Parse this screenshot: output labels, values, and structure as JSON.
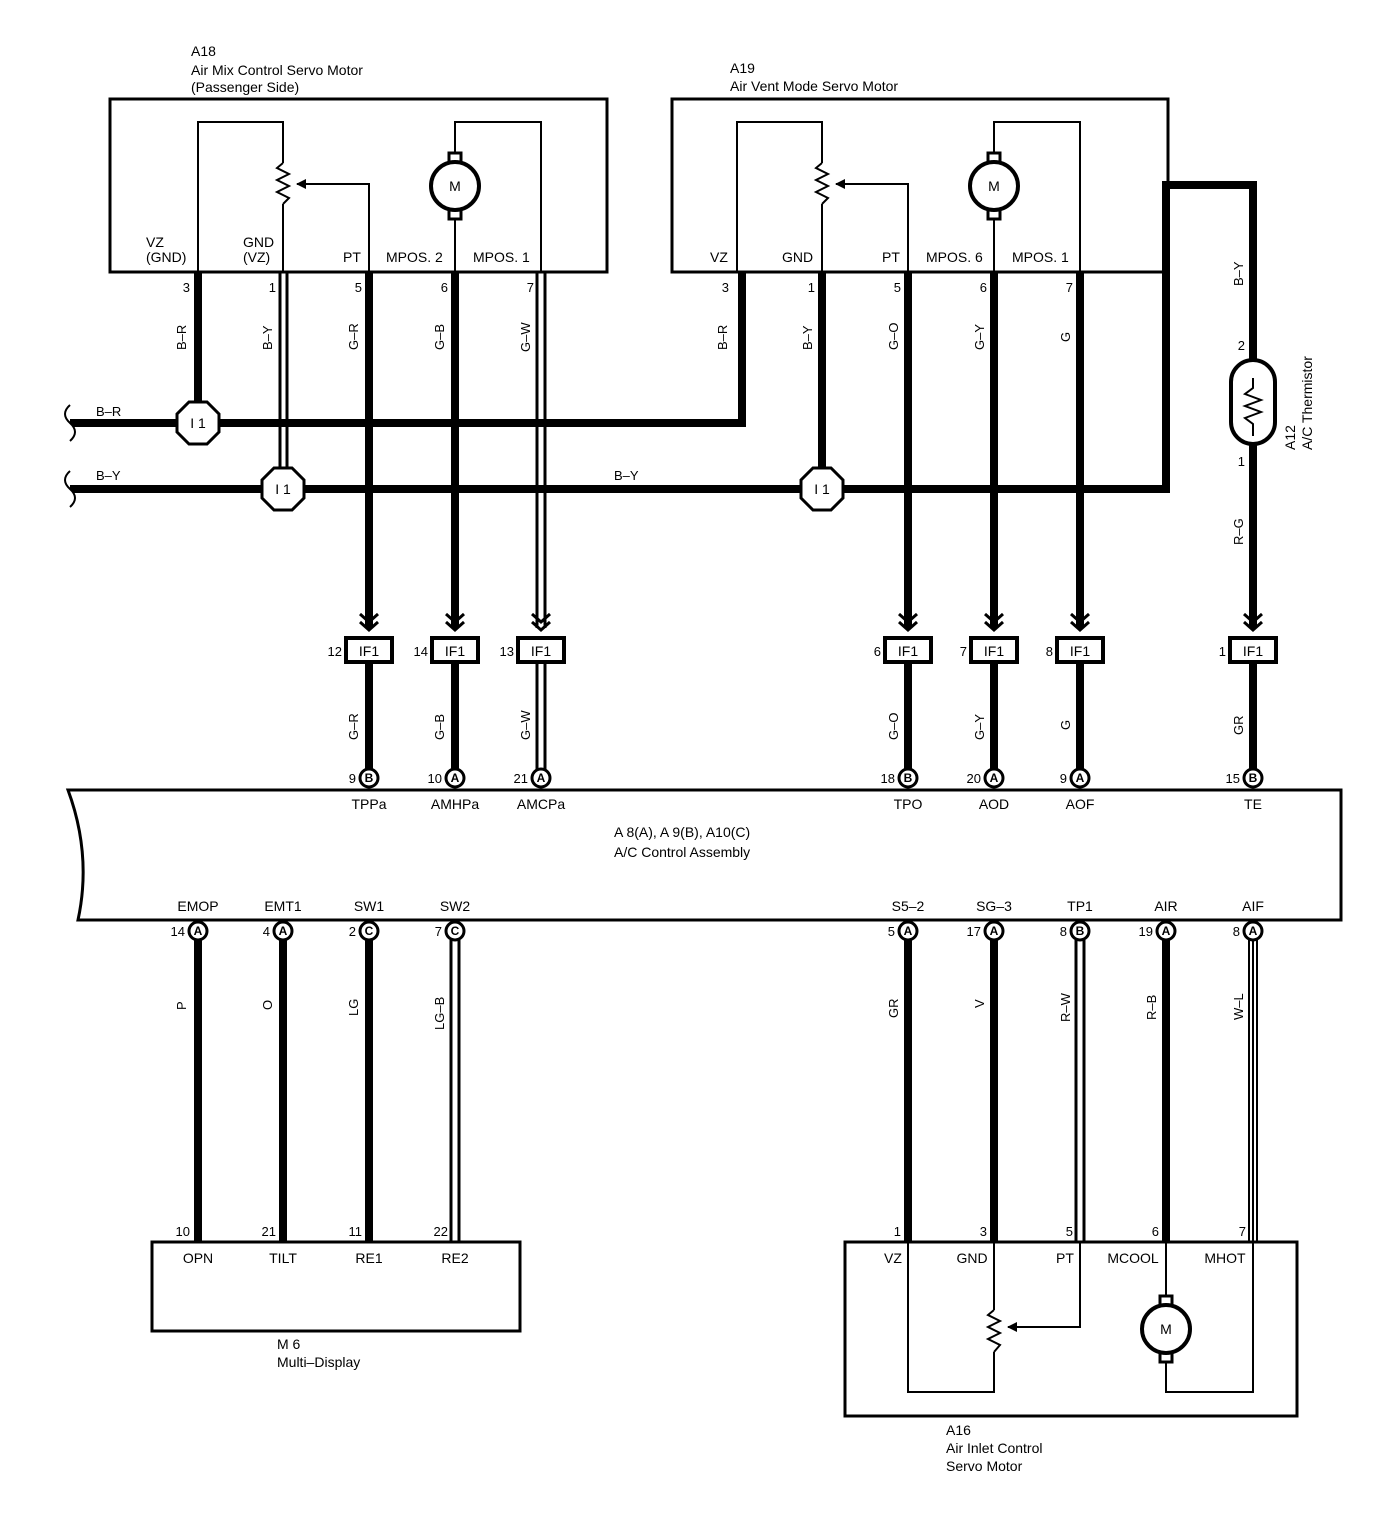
{
  "components": {
    "a18": {
      "code": "A18",
      "name_lines": [
        "Air Mix Control Servo Motor",
        "(Passenger Side)"
      ],
      "terms": [
        "VZ",
        "(GND)",
        "GND",
        "(VZ)",
        "PT",
        "MPOS. 2",
        "MPOS. 1"
      ],
      "pins": [
        "3",
        "1",
        "5",
        "6",
        "7"
      ],
      "wires": [
        "B–R",
        "B–Y",
        "G–R",
        "G–B",
        "G–W"
      ]
    },
    "a19": {
      "code": "A19",
      "name_lines": [
        "Air Vent Mode Servo Motor"
      ],
      "terms": [
        "VZ",
        "GND",
        "PT",
        "MPOS. 6",
        "MPOS. 1"
      ],
      "pins": [
        "3",
        "1",
        "5",
        "6",
        "7"
      ],
      "wires": [
        "B–R",
        "B–Y",
        "G–O",
        "G–Y",
        "G"
      ]
    },
    "a12": {
      "code": "A12",
      "name": "A/C Thermistor",
      "pins": [
        "2",
        "1"
      ],
      "wires": [
        "B–Y",
        "R–G"
      ]
    },
    "motor_symbol": "M",
    "junction": "I 1",
    "left_wires": [
      "B–R",
      "B–Y",
      "B–Y"
    ],
    "connector": {
      "label": "IF1",
      "pins": [
        "12",
        "14",
        "13",
        "6",
        "7",
        "8",
        "1"
      ]
    },
    "mid_wires": [
      "G–R",
      "G–B",
      "G–W",
      "G–O",
      "G–Y",
      "G",
      "GR"
    ],
    "ecu": {
      "line1": "A 8(A), A 9(B), A10(C)",
      "line2": "A/C Control Assembly",
      "top_pins": [
        {
          "num": "9",
          "conn": "B",
          "term": "TPPa"
        },
        {
          "num": "10",
          "conn": "A",
          "term": "AMHPa"
        },
        {
          "num": "21",
          "conn": "A",
          "term": "AMCPa"
        },
        {
          "num": "18",
          "conn": "B",
          "term": "TPO"
        },
        {
          "num": "20",
          "conn": "A",
          "term": "AOD"
        },
        {
          "num": "9",
          "conn": "A",
          "term": "AOF"
        },
        {
          "num": "15",
          "conn": "B",
          "term": "TE"
        }
      ],
      "bottom_pins": [
        {
          "num": "14",
          "conn": "A",
          "term": "EMOP"
        },
        {
          "num": "4",
          "conn": "A",
          "term": "EMT1"
        },
        {
          "num": "2",
          "conn": "C",
          "term": "SW1"
        },
        {
          "num": "7",
          "conn": "C",
          "term": "SW2"
        },
        {
          "num": "5",
          "conn": "A",
          "term": "S5–2"
        },
        {
          "num": "17",
          "conn": "A",
          "term": "SG–3"
        },
        {
          "num": "8",
          "conn": "B",
          "term": "TP1"
        },
        {
          "num": "19",
          "conn": "A",
          "term": "AIR"
        },
        {
          "num": "8",
          "conn": "A",
          "term": "AIF"
        }
      ]
    },
    "bottom_wires": [
      "P",
      "O",
      "LG",
      "LG–B",
      "GR",
      "V",
      "R–W",
      "R–B",
      "W–L"
    ],
    "m6": {
      "code": "M 6",
      "name": "Multi–Display",
      "pins": [
        "10",
        "21",
        "11",
        "22"
      ],
      "terms": [
        "OPN",
        "TILT",
        "RE1",
        "RE2"
      ]
    },
    "a16": {
      "code": "A16",
      "name_lines": [
        "Air Inlet Control",
        "Servo Motor"
      ],
      "pins": [
        "1",
        "3",
        "5",
        "6",
        "7"
      ],
      "terms": [
        "VZ",
        "GND",
        "PT",
        "MCOOL",
        "MHOT"
      ]
    }
  }
}
